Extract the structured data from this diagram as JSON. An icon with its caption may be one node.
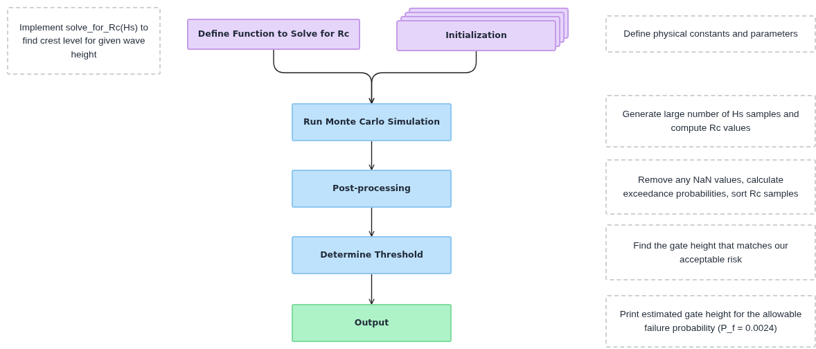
{
  "diagram": {
    "nodes": [
      {
        "text": [
          "Implement solve_for_Rc(Hs) to find crest level for given wave height"
        ]
      },
      {
        "text": [
          "Define Function to Solve for Rc"
        ]
      },
      {
        "text": [
          "Initialization"
        ]
      },
      {
        "text": [
          "Define physical constants and parameters"
        ]
      },
      {
        "text": [
          "Run Monte Carlo Simulation"
        ]
      },
      {
        "text": [
          "Generate large number of Hs samples and compute Rc values"
        ]
      },
      {
        "text": [
          "Post-processing"
        ]
      },
      {
        "text": [
          "Remove any NaN values, calculate exceedance probabilities, sort Rc samples"
        ]
      },
      {
        "text": [
          "Determine Threshold"
        ]
      },
      {
        "text": [
          "Find the gate height that matches our acceptable risk"
        ]
      },
      {
        "text": [
          "Output"
        ]
      },
      {
        "text": [
          "Print estimated gate height for the allowable failure probability (P_f = 0.0024)"
        ]
      }
    ],
    "edges": [
      {
        "from": 1,
        "to": 4,
        "arrow": "to"
      },
      {
        "from": 2,
        "to": 4,
        "arrow": "to"
      },
      {
        "from": 4,
        "to": 6,
        "arrow": "to"
      },
      {
        "from": 6,
        "to": 8,
        "arrow": "to"
      },
      {
        "from": 8,
        "to": 10,
        "arrow": "to"
      }
    ]
  }
}
